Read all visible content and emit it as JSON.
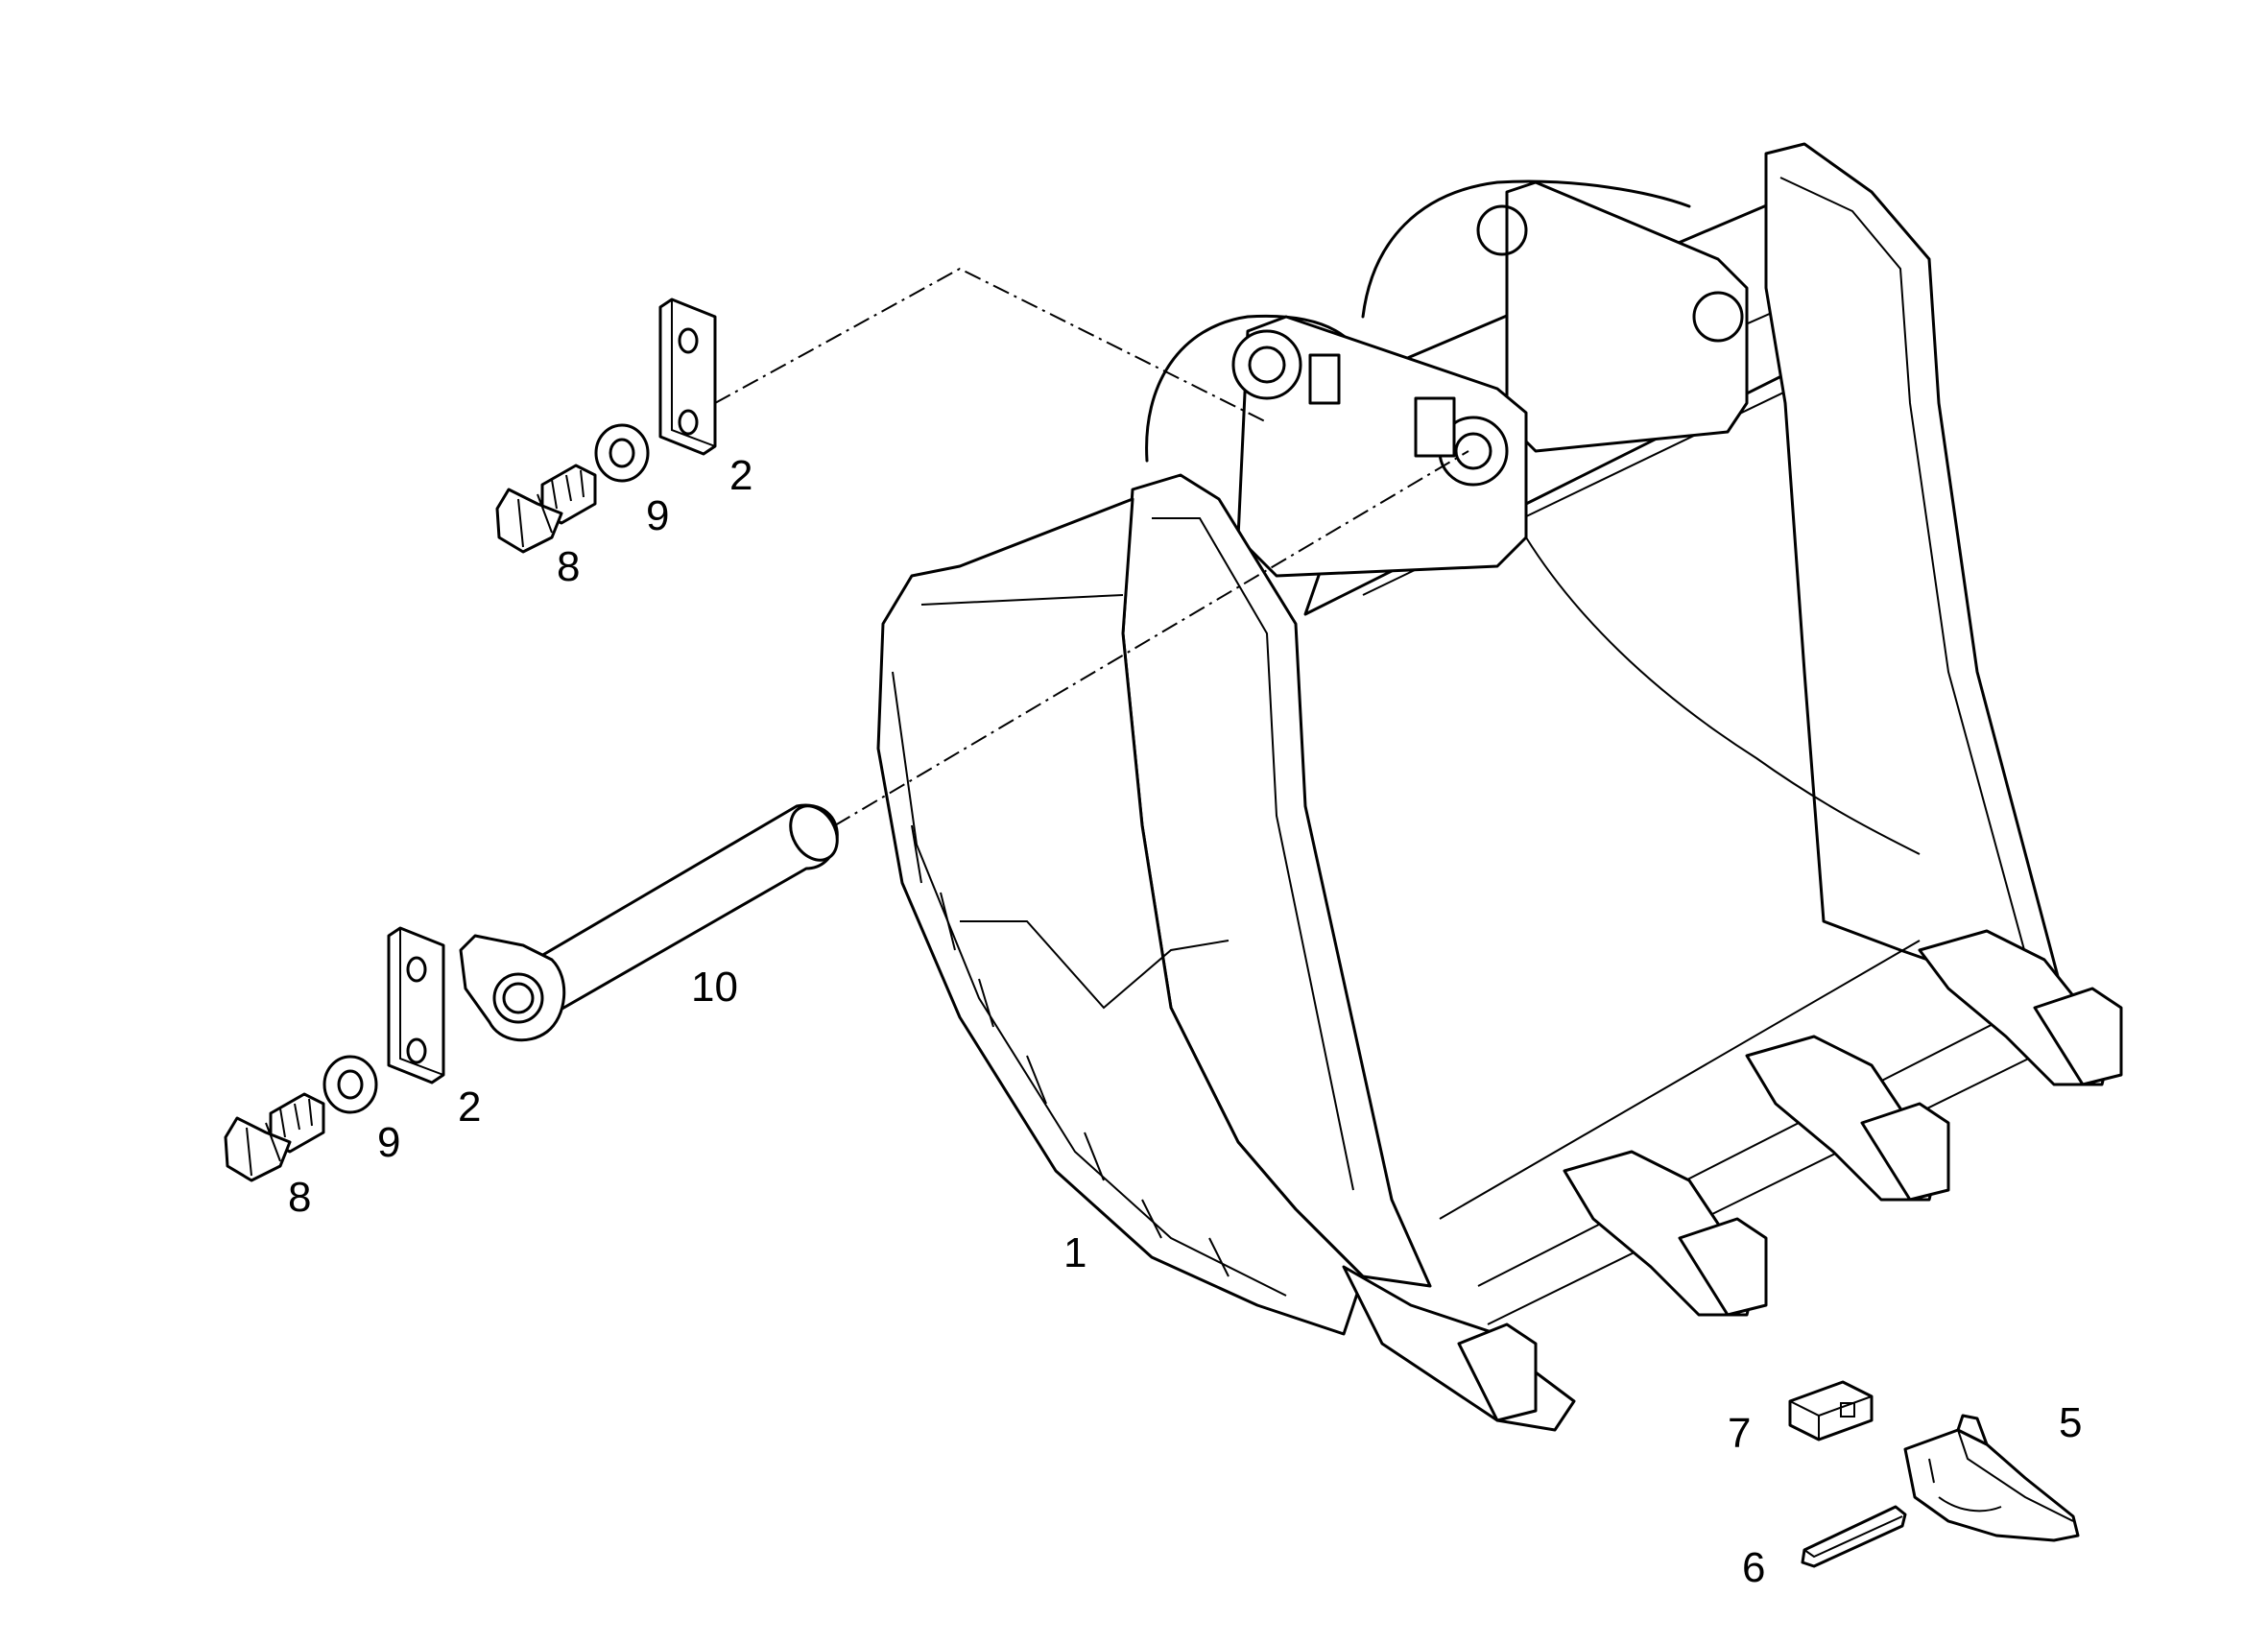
{
  "callouts": [
    {
      "id": "bucket",
      "label": "1"
    },
    {
      "id": "plate-top",
      "label": "2"
    },
    {
      "id": "plate-bottom",
      "label": "2"
    },
    {
      "id": "tooth",
      "label": "5"
    },
    {
      "id": "pin-lock",
      "label": "6"
    },
    {
      "id": "retainer",
      "label": "7"
    },
    {
      "id": "bolt-top",
      "label": "8"
    },
    {
      "id": "bolt-bottom",
      "label": "8"
    },
    {
      "id": "washer-top",
      "label": "9"
    },
    {
      "id": "washer-bottom",
      "label": "9"
    },
    {
      "id": "pin",
      "label": "10"
    }
  ]
}
